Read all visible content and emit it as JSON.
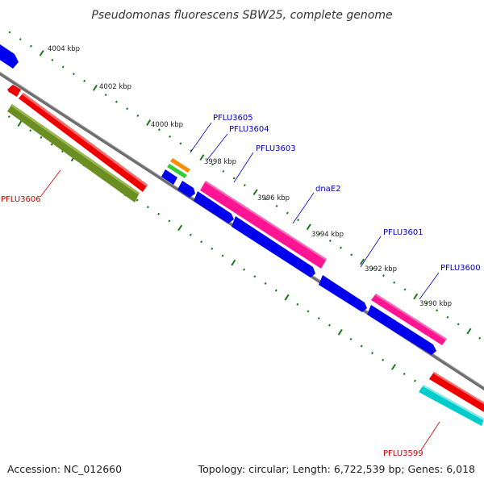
{
  "title": "Pseudomonas fluorescens SBW25, complete genome",
  "accession": "Accession: NC_012660",
  "summary": "Topology: circular; Length: 6,722,539 bp; Genes: 6,018",
  "tick_labels": [
    "4004 kbp",
    "4002 kbp",
    "4000 kbp",
    "3998 kbp",
    "3996 kbp",
    "3994 kbp",
    "3992 kbp",
    "3990 kbp"
  ],
  "gene_labels": {
    "pflu3605": "PFLU3605",
    "pflu3604": "PFLU3604",
    "pflu3603": "PFLU3603",
    "dnae2": "dnaE2",
    "pflu3601": "PFLU3601",
    "pflu3600": "PFLU3600",
    "pflu3606": "PFLU3606",
    "pflu3599": "PFLU3599"
  },
  "colors": {
    "forward_label": "#0000cc",
    "reverse_label": "#cc0000",
    "backbone": "#808080",
    "tick": "#1a7a1a",
    "cds_forward": "#0000ff",
    "cds_reverse": "#ff0000",
    "gene_pink": "#ff1493",
    "gene_olive": "#6b8e23",
    "gene_cyan": "#00cccc",
    "gene_orange": "#ff8c00",
    "gene_green": "#33cc33"
  }
}
